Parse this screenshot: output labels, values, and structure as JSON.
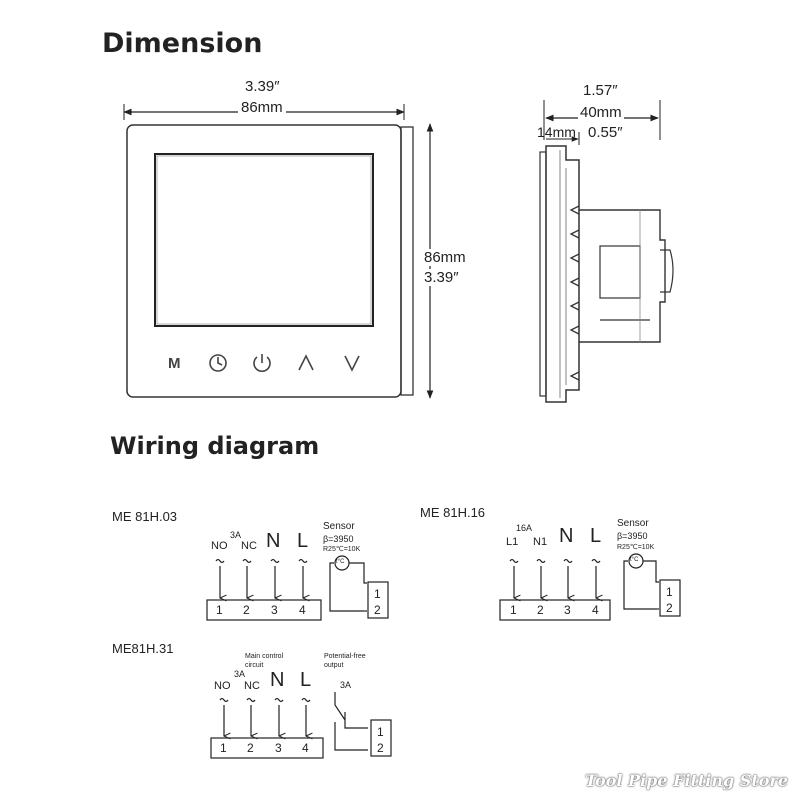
{
  "dimension": {
    "title": "Dimension",
    "front": {
      "width_in": "3.39″",
      "width_mm": "86mm",
      "height_mm": "86mm",
      "height_in": "3.39″"
    },
    "side": {
      "depth_in": "1.57″",
      "depth_mm": "40mm",
      "front_mm": "14mm",
      "front_in": "0.55″"
    },
    "buttons": [
      {
        "name": "mode",
        "glyph": "M"
      },
      {
        "name": "clock-icon",
        "glyph": ""
      },
      {
        "name": "power-icon",
        "glyph": ""
      },
      {
        "name": "up-icon",
        "glyph": ""
      },
      {
        "name": "down-icon",
        "glyph": ""
      }
    ]
  },
  "wiring": {
    "title": "Wiring diagram",
    "diagrams": [
      {
        "model": "ME 81H.03",
        "current": "3A",
        "top_labels": [
          "NO",
          "NC",
          "N",
          "L"
        ],
        "terminals": [
          "1",
          "2",
          "3",
          "4"
        ],
        "sensor_title": "Sensor",
        "sensor_beta": "β=3950",
        "sensor_r": "R25℃=10K",
        "sensor_symbol": "t°C",
        "sensor_terminals": [
          "1",
          "2"
        ]
      },
      {
        "model": "ME 81H.16",
        "current": "16A",
        "top_labels": [
          "L1",
          "N1",
          "N",
          "L"
        ],
        "terminals": [
          "1",
          "2",
          "3",
          "4"
        ],
        "sensor_title": "Sensor",
        "sensor_beta": "β=3950",
        "sensor_r": "R25℃=10K",
        "sensor_symbol": "t°C",
        "sensor_terminals": [
          "1",
          "2"
        ]
      },
      {
        "model": "ME81H.31",
        "current": "3A",
        "main_label": [
          "Main control",
          "circuit"
        ],
        "pf_label": [
          "Potential-free",
          "output"
        ],
        "pf_current": "3A",
        "top_labels": [
          "NO",
          "NC",
          "N",
          "L"
        ],
        "terminals": [
          "1",
          "2",
          "3",
          "4"
        ],
        "pf_terminals": [
          "1",
          "2"
        ]
      }
    ]
  },
  "watermark": "Tool Pipe Fitting Store"
}
